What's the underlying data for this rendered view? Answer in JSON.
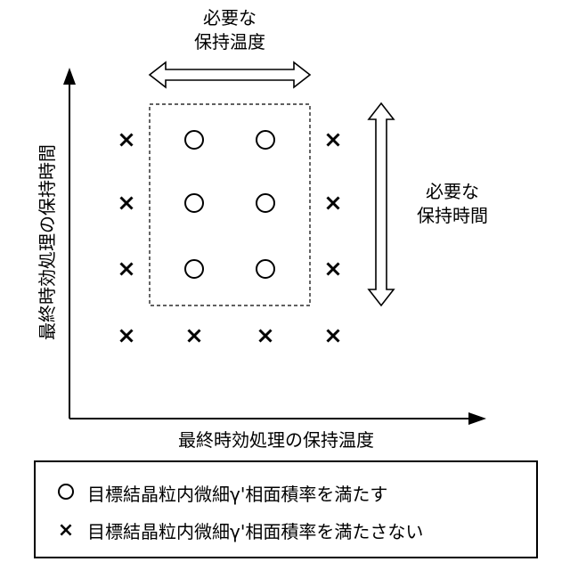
{
  "temp_arrow_label": [
    "必要な",
    "保持温度"
  ],
  "time_arrow_label": [
    "必要な",
    "保持時間"
  ],
  "x_axis_label": "最終時効処理の保持温度",
  "y_axis_label": "最終時効処理の保持時間",
  "grid": {
    "columns": 4,
    "rows": 4,
    "markers": [
      [
        "x",
        "o",
        "o",
        "x"
      ],
      [
        "x",
        "o",
        "o",
        "x"
      ],
      [
        "x",
        "o",
        "o",
        "x"
      ],
      [
        "x",
        "x",
        "x",
        "x"
      ]
    ]
  },
  "legend": {
    "satisfied_symbol": "○",
    "satisfied_label": "目標結晶粒内微細γ'相面積率を満たす",
    "not_satisfied_symbol": "×",
    "not_satisfied_label": "目標結晶粒内微細γ'相面積率を満たさない"
  }
}
